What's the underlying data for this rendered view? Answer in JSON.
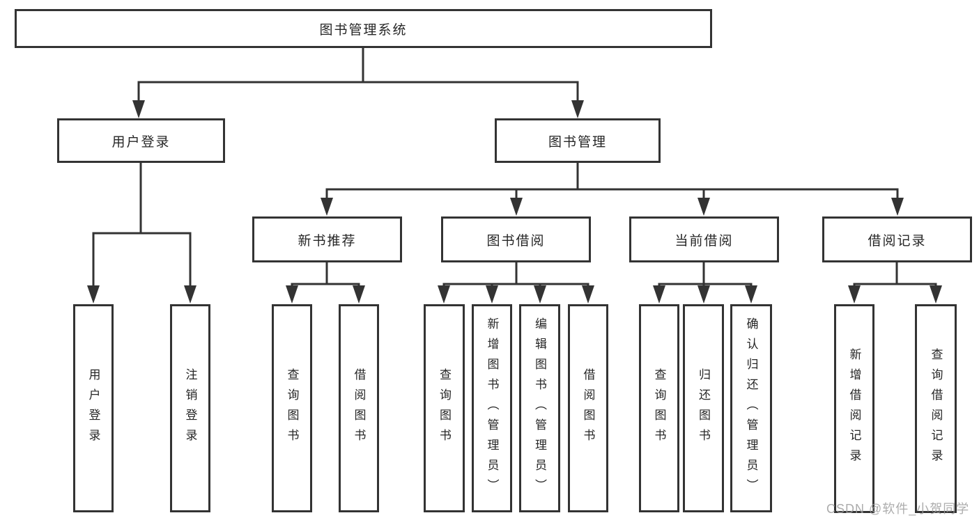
{
  "diagram": {
    "type": "hierarchy-tree",
    "line_color": "#333333",
    "text_color": "#262626",
    "background": "#ffffff"
  },
  "tree": {
    "label": "图书管理系统",
    "children": [
      {
        "label": "用户登录",
        "children": [
          {
            "label": "用户登录"
          },
          {
            "label": "注销登录"
          }
        ]
      },
      {
        "label": "图书管理",
        "children": [
          {
            "label": "新书推荐",
            "children": [
              {
                "label": "查询图书"
              },
              {
                "label": "借阅图书"
              }
            ]
          },
          {
            "label": "图书借阅",
            "children": [
              {
                "label": "查询图书"
              },
              {
                "label": "新增图书（管理员）"
              },
              {
                "label": "编辑图书（管理员）"
              },
              {
                "label": "借阅图书"
              }
            ]
          },
          {
            "label": "当前借阅",
            "children": [
              {
                "label": "查询图书"
              },
              {
                "label": "归还图书"
              },
              {
                "label": "确认归还（管理员）"
              }
            ]
          },
          {
            "label": "借阅记录",
            "children": [
              {
                "label": "新增借阅记录"
              },
              {
                "label": "查询借阅记录"
              }
            ]
          }
        ]
      }
    ]
  },
  "watermark": {
    "text": "CSDN @软件_小贺同学",
    "color": "#9e9e9e"
  }
}
